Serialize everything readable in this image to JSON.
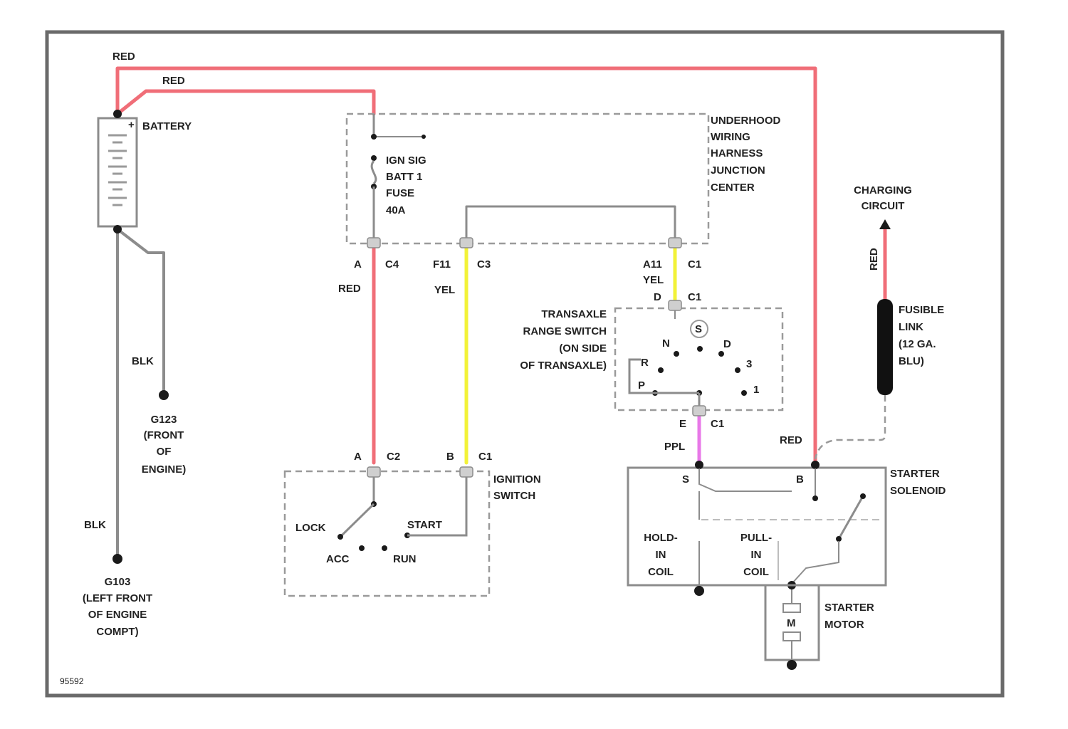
{
  "colors": {
    "red": "#f06e78",
    "yellow": "#f2f238",
    "pink": "#e878e8",
    "gray": "#8c8c8c",
    "black": "#1a1a1a"
  },
  "wires": {
    "red_top": "RED",
    "red_inner": "RED",
    "blk_g": "BLK",
    "blk_lower": "BLK",
    "red_c4": "RED",
    "yel_c3": "YEL",
    "yel_c1": "YEL",
    "ppl": "PPL",
    "red_solenoid": "RED",
    "red_charging": "RED"
  },
  "battery": {
    "plus": "+",
    "label": "BATTERY"
  },
  "junction_center": {
    "name": [
      "UNDERHOOD",
      "WIRING",
      "HARNESS",
      "JUNCTION",
      "CENTER"
    ],
    "fuse": [
      "IGN SIG",
      "BATT 1",
      "FUSE",
      "40A"
    ],
    "pin_a": "A",
    "conn_c4": "C4",
    "pin_f11": "F11",
    "conn_c3": "C3",
    "pin_a11": "A11",
    "conn_c1": "C1"
  },
  "grounds": {
    "g_upper": [
      "G123",
      "(FRONT",
      "OF",
      "ENGINE)"
    ],
    "g_lower": [
      "G103",
      "(LEFT FRONT",
      "OF ENGINE",
      "COMPT)"
    ]
  },
  "ignition_switch": {
    "pin_a": "A",
    "conn_c2": "C2",
    "pin_b": "B",
    "conn_c1": "C1",
    "name": [
      "IGNITION",
      "SWITCH"
    ],
    "positions": {
      "lock": "LOCK",
      "start": "START",
      "acc": "ACC",
      "run": "RUN"
    }
  },
  "range_switch": {
    "name": [
      "TRANSAXLE",
      "RANGE SWITCH",
      "(ON SIDE",
      "OF TRANSAXLE)"
    ],
    "pin_top": "D",
    "conn_top": "C1",
    "pin_bottom": "E",
    "conn_bottom": "C1",
    "s_symbol": "S",
    "gears": {
      "n": "N",
      "d": "D",
      "r": "R",
      "three": "3",
      "p": "P",
      "one": "1"
    }
  },
  "charging_circuit": [
    "CHARGING",
    "CIRCUIT"
  ],
  "fusible_link": [
    "FUSIBLE",
    "LINK",
    "(12 GA.",
    "BLU)"
  ],
  "starter_solenoid": {
    "name": [
      "STARTER",
      "SOLENOID"
    ],
    "pin_s": "S",
    "pin_b": "B",
    "hold_coil": [
      "HOLD-",
      "IN",
      "COIL"
    ],
    "pull_coil": [
      "PULL-",
      "IN",
      "COIL"
    ]
  },
  "starter_motor": {
    "name": [
      "STARTER",
      "MOTOR"
    ],
    "m": "M"
  },
  "figure_id": "95592"
}
